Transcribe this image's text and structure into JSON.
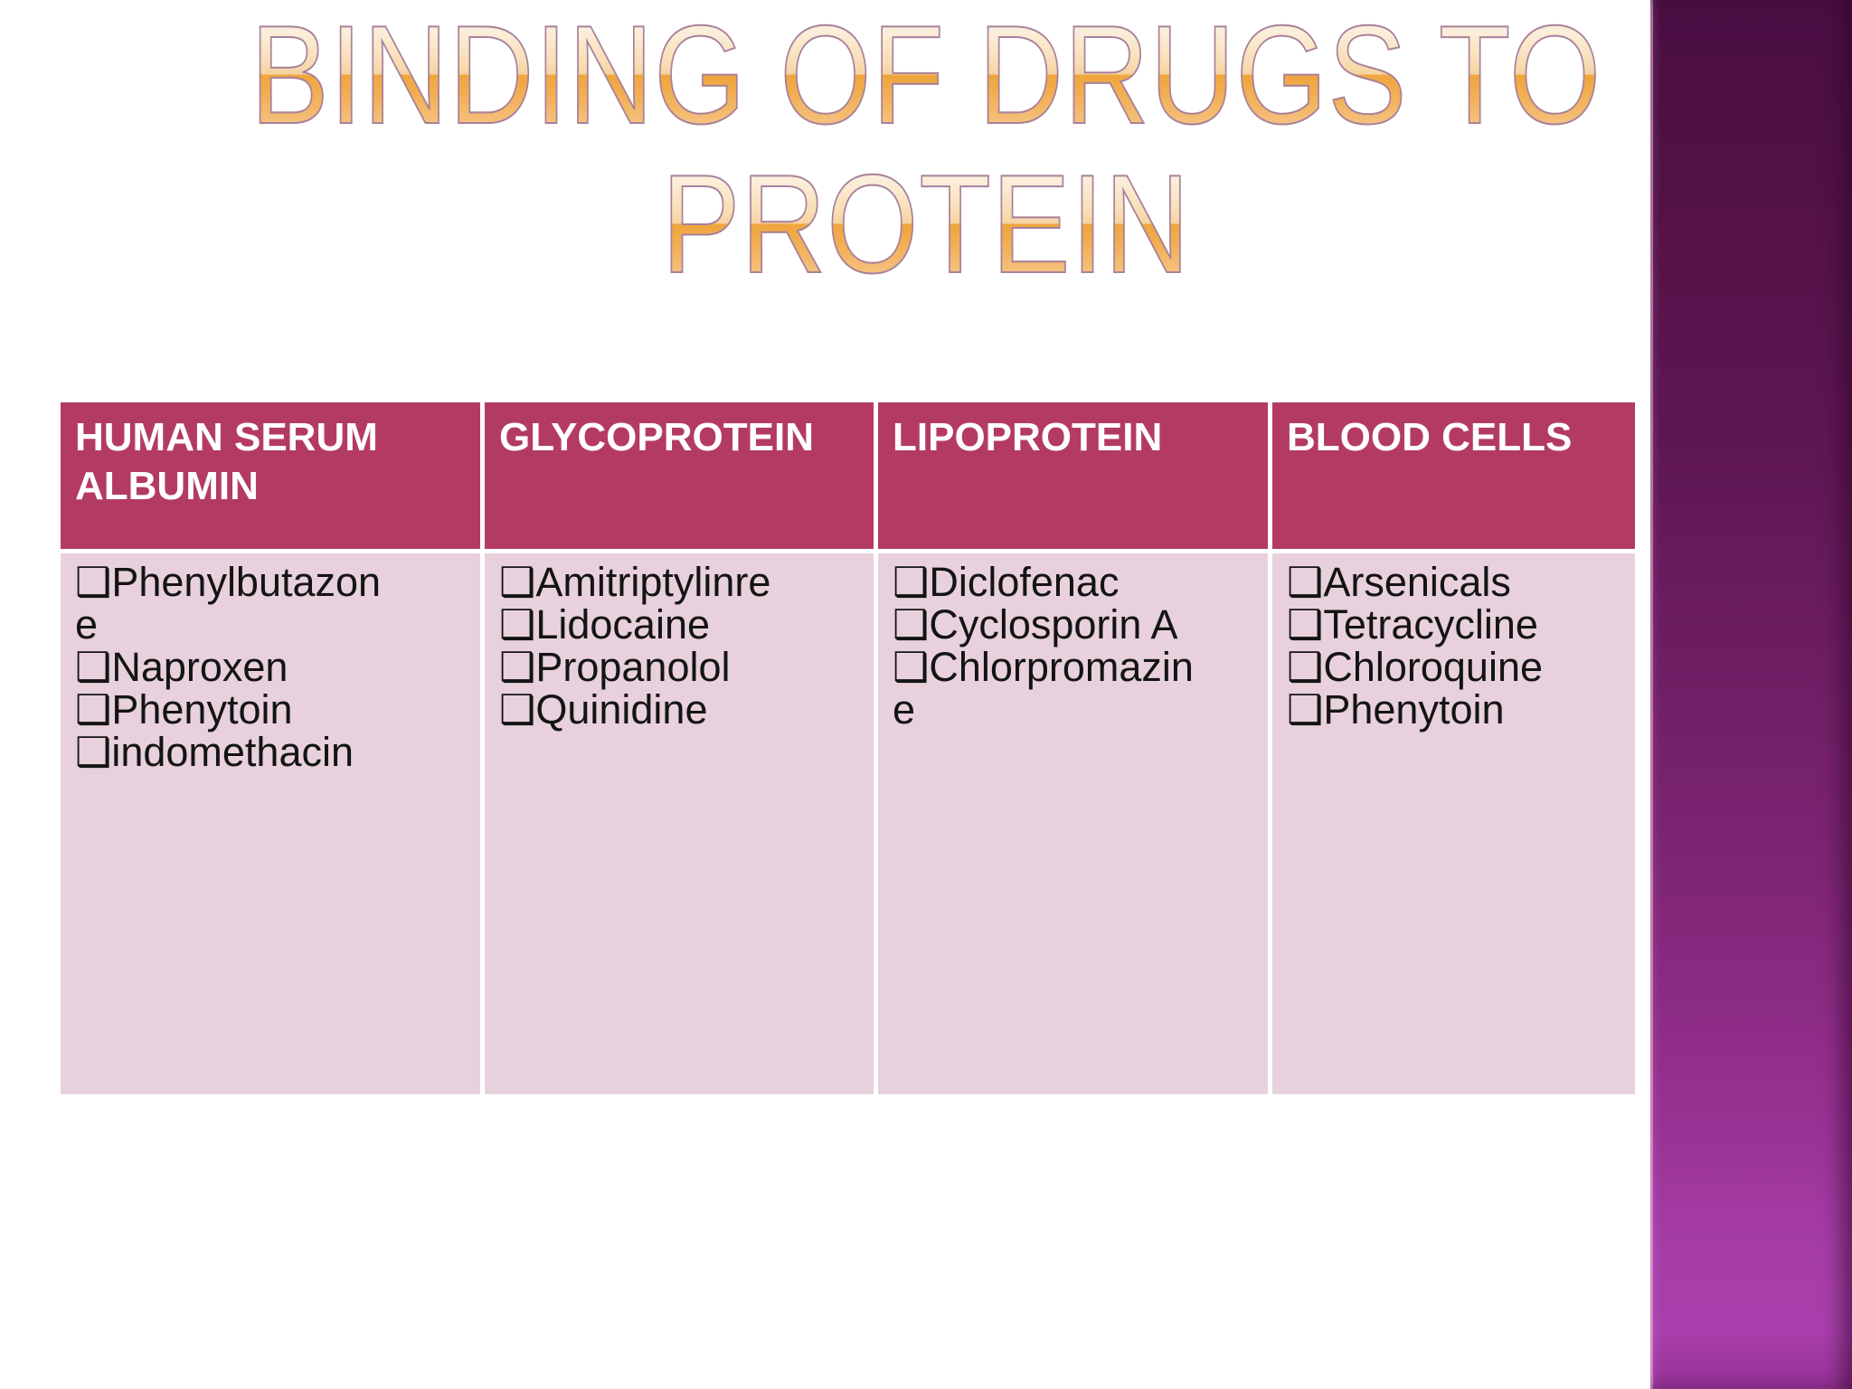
{
  "slide": {
    "title_line1": "BINDING OF DRUGS TO",
    "title_line2": "PROTEIN"
  },
  "table": {
    "bullet": "❑",
    "columns": [
      {
        "header": "HUMAN SERUM ALBUMIN",
        "items": [
          "Phenylbutazone",
          "Naproxen",
          "Phenytoin",
          "indomethacin"
        ]
      },
      {
        "header": "GLYCOPROTEIN",
        "items": [
          "Amitriptylinre",
          "Lidocaine",
          "Propanolol",
          "Quinidine"
        ]
      },
      {
        "header": "LIPOPROTEIN",
        "items": [
          "Diclofenac",
          "Cyclosporin A",
          "Chlorpromazine"
        ]
      },
      {
        "header": "BLOOD CELLS",
        "items": [
          "Arsenicals",
          "Tetracycline",
          "Chloroquine",
          "Phenytoin"
        ]
      }
    ]
  },
  "colors": {
    "header_bg": "#b43a66",
    "body_bg": "#e8d1dc",
    "body_text": "#141414",
    "title_gradient_top": "#fdf7ea",
    "title_gradient_orange": "#efa53c",
    "title_outline": "#a8819d",
    "sidebar_top": "#4a0e43",
    "sidebar_bottom": "#a93fac",
    "slide_bg": "#ffffff"
  }
}
